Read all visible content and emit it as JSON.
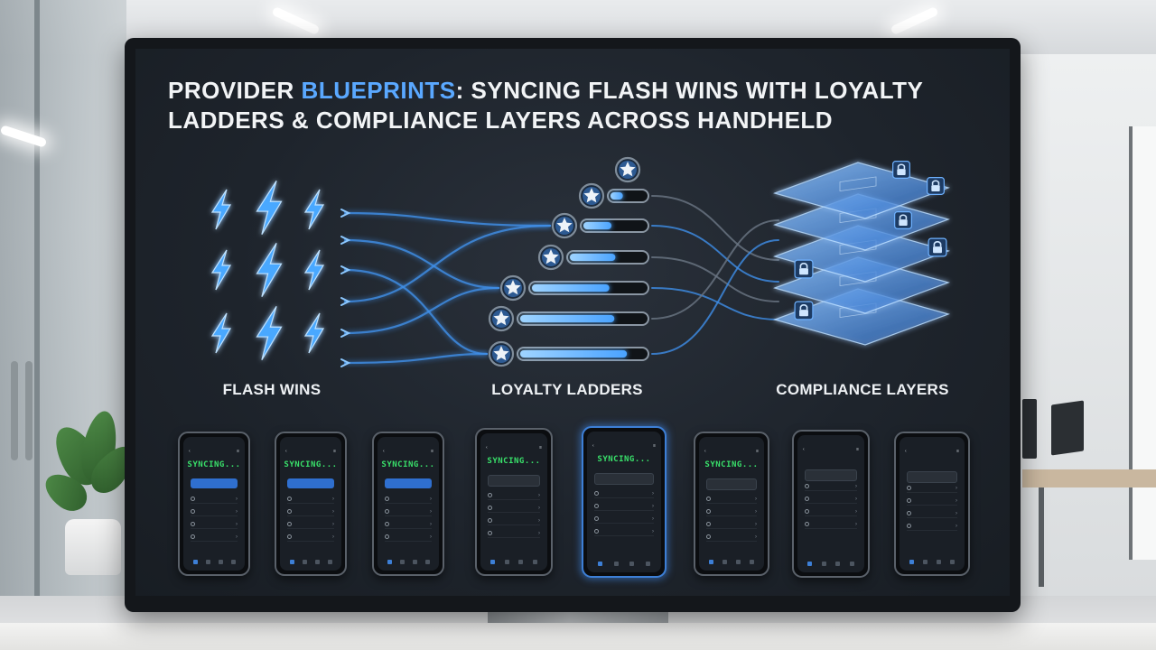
{
  "title": {
    "prefix": "Provider ",
    "highlight": "Blueprints",
    "suffix": ": Syncing Flash Wins with Loyalty Ladders & Compliance Layers Across Handheld"
  },
  "sections": {
    "flash_wins": "FLASH WINS",
    "loyalty_ladders": "LOYALTY LADDERS",
    "compliance_layers": "COMPLIANCE LAYERS"
  },
  "loyalty": {
    "progress_fractions": [
      0.35,
      0.45,
      0.6,
      0.68,
      0.75,
      0.85
    ]
  },
  "phones": {
    "sync_label": "SYNCING...",
    "count": 8
  },
  "colors": {
    "accent": "#5aa8ff",
    "sync_text": "#39e06a",
    "active_phone": "#3d7fd6"
  },
  "icons": {
    "flash": "lightning-bolt-icon",
    "loyalty": "star-badge-icon",
    "compliance": "padlock-icon"
  }
}
